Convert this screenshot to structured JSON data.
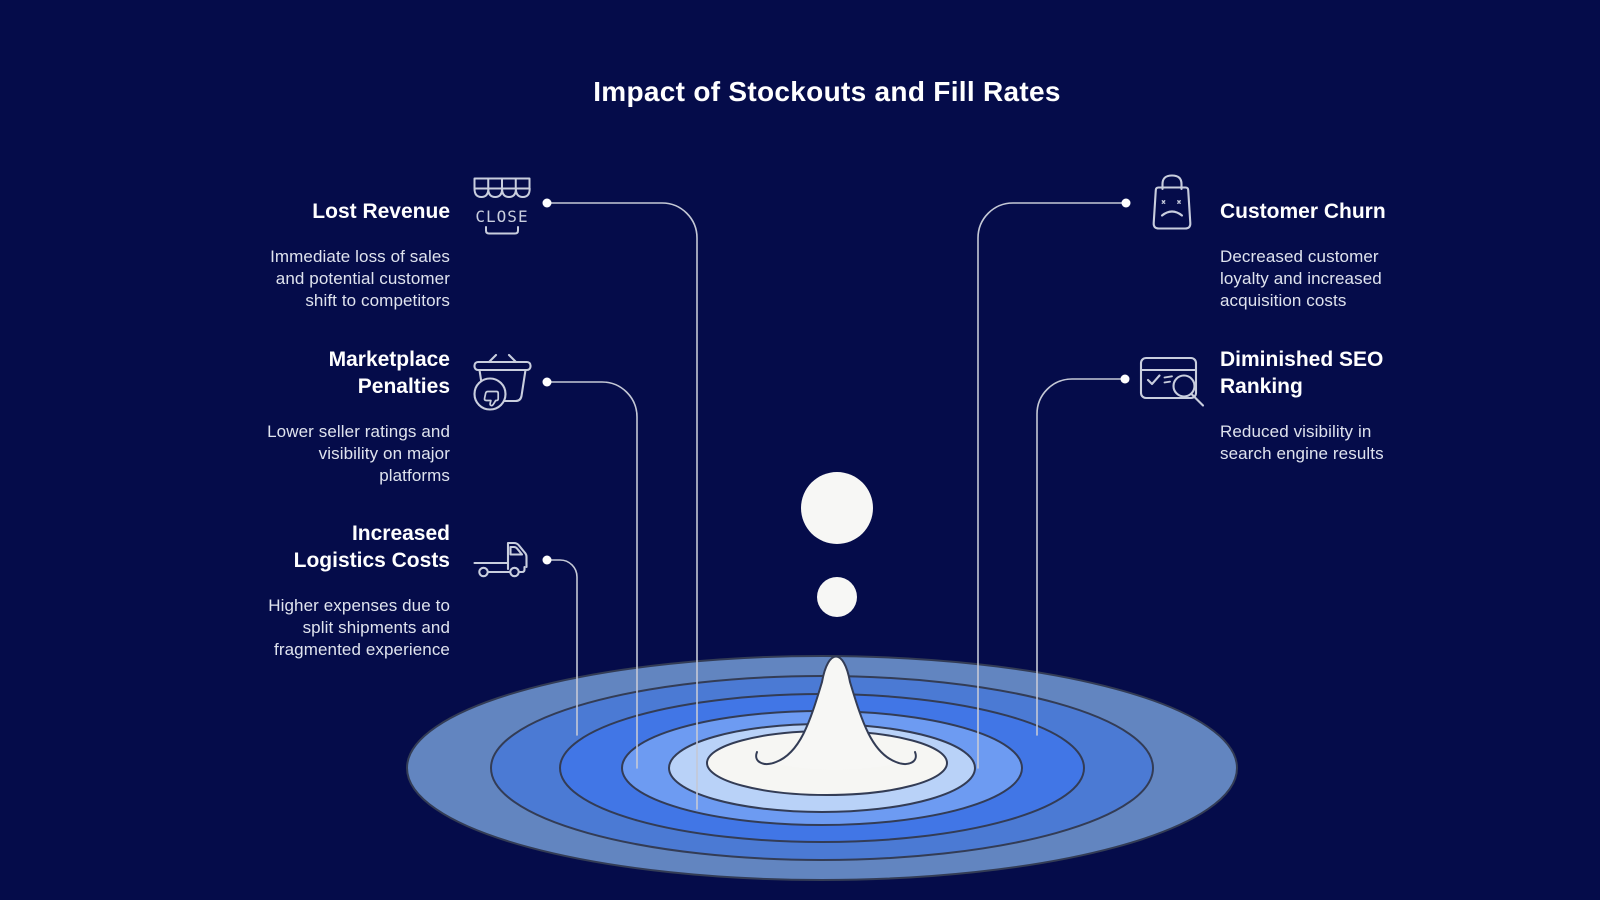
{
  "title": "Impact of Stockouts and Fill Rates",
  "items": [
    {
      "id": "lost-revenue",
      "heading": "Lost Revenue",
      "description": "Immediate loss of sales and potential customer shift to competitors",
      "icon": "storefront-close"
    },
    {
      "id": "marketplace-penalties",
      "heading": "Marketplace Penalties",
      "description": "Lower seller ratings and visibility on major platforms",
      "icon": "basket-thumbs-down"
    },
    {
      "id": "increased-logistics-costs",
      "heading": "Increased Logistics Costs",
      "description": "Higher expenses due to split shipments and fragmented experience",
      "icon": "delivery-truck"
    },
    {
      "id": "customer-churn",
      "heading": "Customer Churn",
      "description": "Decreased customer loyalty and increased acquisition costs",
      "icon": "sad-shopping-bag"
    },
    {
      "id": "diminished-seo-ranking",
      "heading": "Diminished SEO Ranking",
      "description": "Reduced visibility in search engine results",
      "icon": "browser-search"
    }
  ],
  "icon_labels": {
    "store_sign": "CLOSE"
  },
  "colors": {
    "background": "#050c4a",
    "heading_text": "#ffffff",
    "body_text": "#dfe3ee",
    "icon_stroke": "#c9cede",
    "connector_line": "#c5c9d6",
    "connector_dot": "#ffffff",
    "ripple_outline": "#333c55",
    "droplet": "#f7f7f5",
    "ripple_bands": [
      "#6285c0",
      "#4b7ad4",
      "#4176e6",
      "#6d9bf2",
      "#b9d2f8",
      "#f6f6f3"
    ]
  }
}
